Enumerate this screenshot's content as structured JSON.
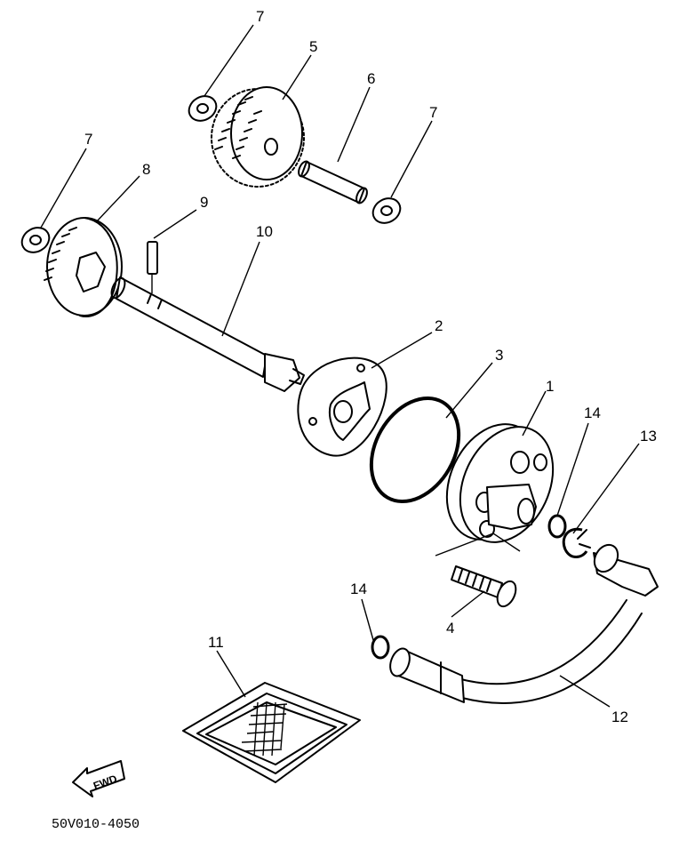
{
  "diagram": {
    "part_numbers": {
      "p1": "1",
      "p2": "2",
      "p3": "3",
      "p4": "4",
      "p5": "5",
      "p6": "6",
      "p7a": "7",
      "p7b": "7",
      "p7c": "7",
      "p8": "8",
      "p9": "9",
      "p10": "10",
      "p11": "11",
      "p12": "12",
      "p13": "13",
      "p14a": "14",
      "p14b": "14"
    },
    "direction_label": "FWD",
    "figure_code": "50V010-4050"
  }
}
